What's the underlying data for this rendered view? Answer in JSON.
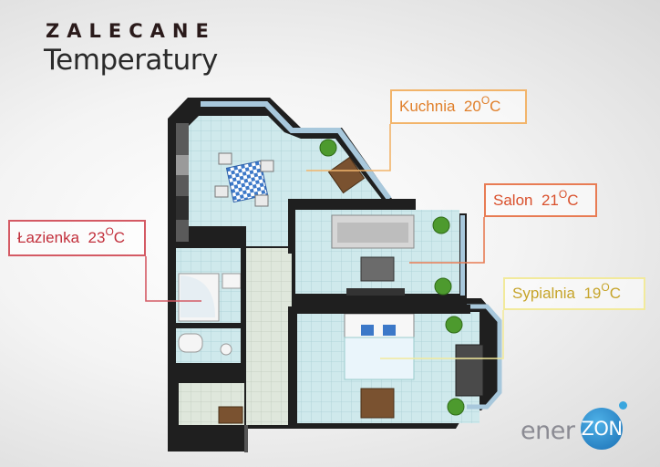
{
  "header": {
    "title": "ZALECANE",
    "subtitle": "Temperatury"
  },
  "rooms": {
    "kuchnia": {
      "name": "Kuchnia",
      "temp": "20",
      "unit_sup": "O",
      "unit": "C"
    },
    "salon": {
      "name": "Salon",
      "temp": "21",
      "unit_sup": "O",
      "unit": "C"
    },
    "lazienka": {
      "name": "Łazienka",
      "temp": "23",
      "unit_sup": "O",
      "unit": "C"
    },
    "sypialnia": {
      "name": "Sypialnia",
      "temp": "19",
      "unit_sup": "O",
      "unit": "C"
    }
  },
  "colors": {
    "kuchnia": "#e07f2a",
    "salon": "#d9502c",
    "lazienka": "#c2303c",
    "sypialnia": "#f2ea9c",
    "floor_tile": "#cfe9ec",
    "floor_hall": "#dfe7dc",
    "wall": "#222222"
  },
  "logo": {
    "left": "ener",
    "right": "ZON"
  }
}
